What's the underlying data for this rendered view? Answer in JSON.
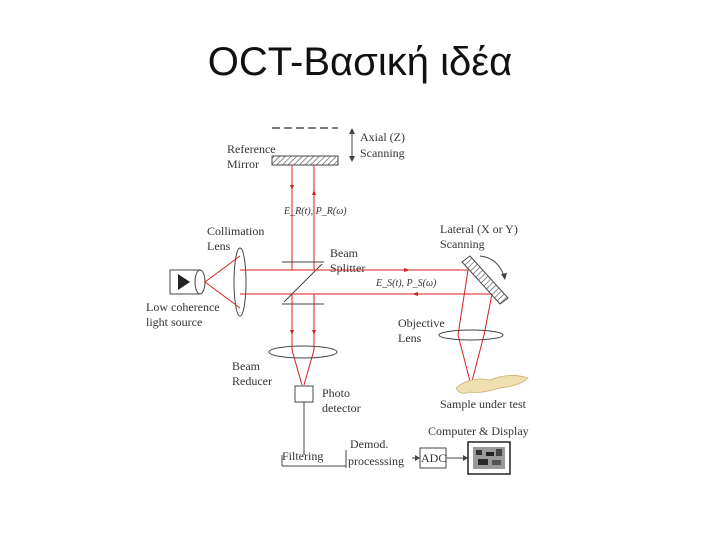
{
  "slide": {
    "title": "OCT-Βασική ιδέα"
  },
  "diagram": {
    "labels": {
      "axial_1": "Axial (Z)",
      "axial_2": "Scanning",
      "reference_1": "Reference",
      "reference_2": "Mirror",
      "collimation_1": "Collimation",
      "collimation_2": "Lens",
      "lateral_1": "Lateral (X or Y)",
      "lateral_2": "Scanning",
      "beam_splitter_1": "Beam",
      "beam_splitter_2": "Splitter",
      "source_1": "Low coherence",
      "source_2": "light source",
      "objective_1": "Objective",
      "objective_2": "Lens",
      "beam_reducer_1": "Beam",
      "beam_reducer_2": "Reducer",
      "photo_1": "Photo",
      "photo_2": "detector",
      "sample": "Sample under test",
      "computer": "Computer &  Display",
      "filtering": "Filtering",
      "demod_1": "Demod.",
      "demod_2": "processsing",
      "adc": "ADC",
      "ref_field": "E_R(t), P_R(ω)",
      "sample_field": "E_S(t), P_S(ω)"
    },
    "colors": {
      "beam": "#d42020",
      "line": "#444444",
      "sample": "#f0e0b0"
    }
  }
}
